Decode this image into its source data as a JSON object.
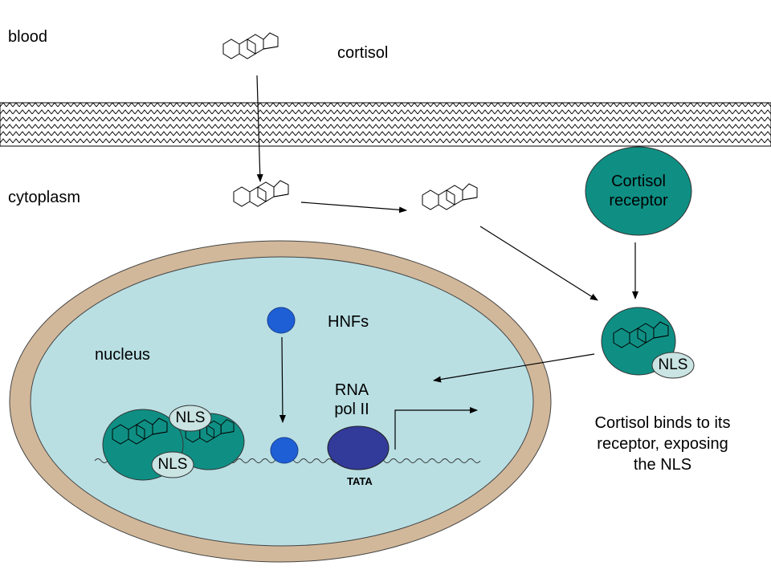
{
  "labels": {
    "blood": "blood",
    "cortisol": "cortisol",
    "cytoplasm": "cytoplasm",
    "nucleus": "nucleus",
    "hnfs": "HNFs",
    "rna_line1": "RNA",
    "rna_line2": "pol II",
    "tata": "TATA",
    "receptor_line1": "Cortisol",
    "receptor_line2": "receptor",
    "nls_receptor": "NLS",
    "nls_dimer_top": "NLS",
    "nls_dimer_bottom": "NLS",
    "caption_line1": "Cortisol binds to its",
    "caption_line2": "receptor, exposing",
    "caption_line3": "the NLS"
  },
  "colors": {
    "membrane_fill": "#ffffff",
    "envelope": "#d2b89a",
    "nucleoplasm": "#b9dfe3",
    "receptor": "#0f8f84",
    "nls_fill": "#c9e4e2",
    "hnf": "#1e5fd6",
    "pol": "#323a9a",
    "ink": "#000000"
  }
}
